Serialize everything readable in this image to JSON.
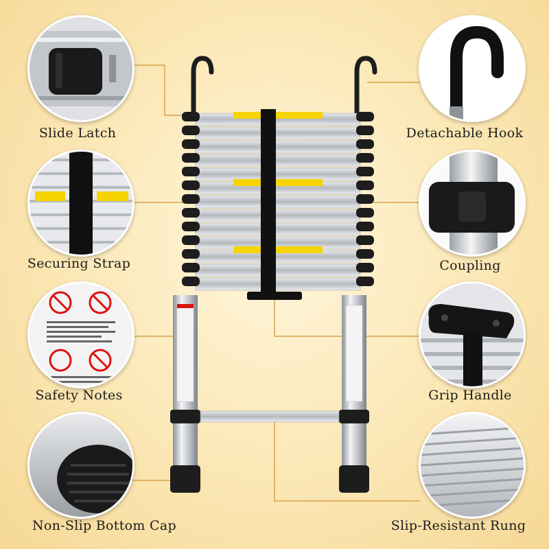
{
  "features": {
    "slide_latch": "Slide Latch",
    "securing_strap": "Securing Strap",
    "safety_notes": "Safety Notes",
    "non_slip_bottom_cap": "Non-Slip Bottom Cap",
    "detachable_hook": "Detachable Hook",
    "coupling": "Coupling",
    "grip_handle": "Grip Handle",
    "slip_resistant_rung": "Slip-Resistant Rung"
  },
  "colors": {
    "background": "#fbe7b4",
    "leader_line": "#d8a24a",
    "aluminum": "#c9ccd0",
    "black_part": "#1d1d1d",
    "warning_label": "#f5d400"
  }
}
